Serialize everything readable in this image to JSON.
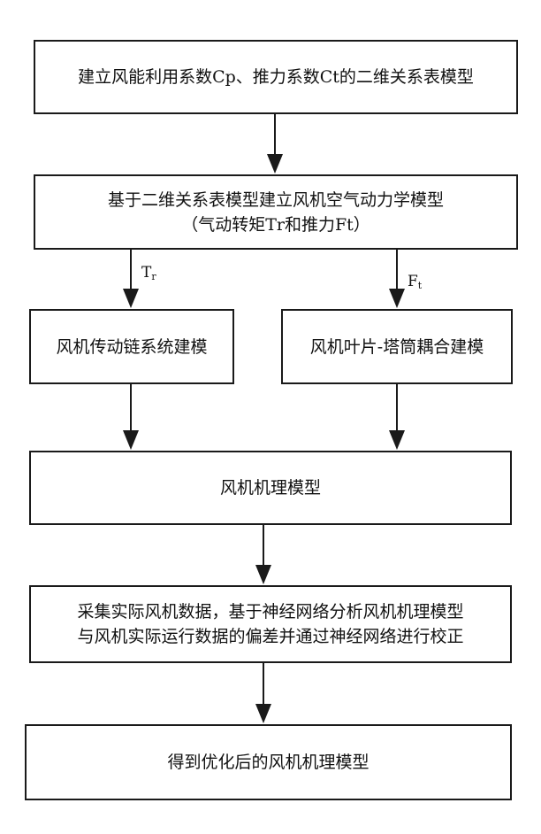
{
  "steps": {
    "step1": "建立风能利用系数Cp、推力系数Ct的二维关系表模型",
    "step2_line1": "基于二维关系表模型建立风机空气动力学模型",
    "step2_line2": "（气动转矩Tr和推力Ft）",
    "step3": "风机传动链系统建模",
    "step4": "风机叶片-塔筒耦合建模",
    "step5": "风机机理模型",
    "step6_line1": "采集实际风机数据，基于神经网络分析风机机理模型",
    "step6_line2": "与风机实际运行数据的偏差并通过神经网络进行校正",
    "step7": "得到优化后的风机机理模型"
  },
  "flow_labels": {
    "tr_main": "T",
    "tr_sub": "r",
    "ft_main": "F",
    "ft_sub": "t"
  },
  "colors": {
    "stroke": "#1a1a1a",
    "background": "#ffffff"
  }
}
